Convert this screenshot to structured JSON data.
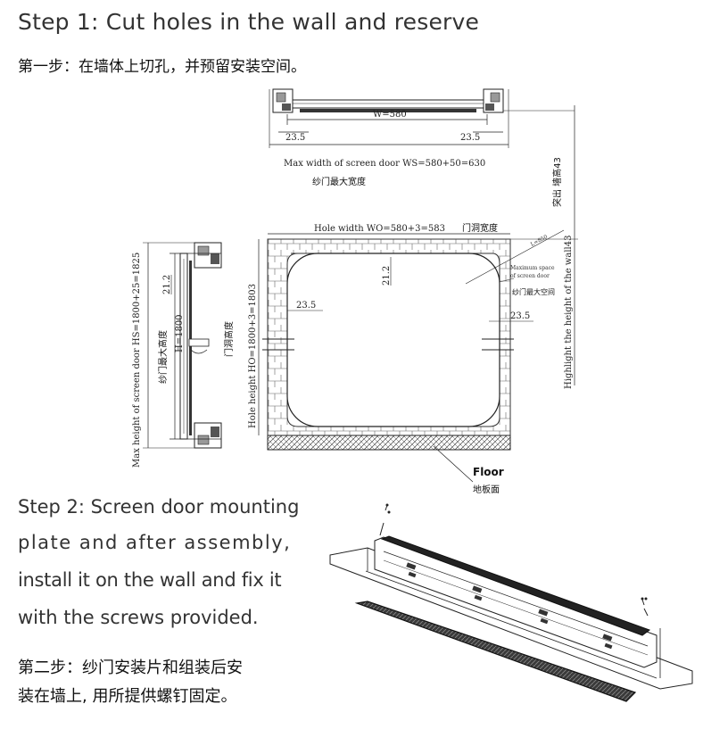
{
  "step1": {
    "title_en": "Step 1: Cut holes in the wall and reserve",
    "title_zh": "第一步：在墙体上切孔，并预留安装空间。"
  },
  "top_view": {
    "width_label": "W=580",
    "left_offset": "23.5",
    "right_offset": "23.5",
    "max_width_label": "Max width of screen door  WS=580+50=630",
    "max_width_zh": "纱门最大宽度"
  },
  "side_view": {
    "max_height_label": "Max height of screen door HS=1800+25=1825",
    "max_height_zh": "纱门最大高度",
    "h_label": "H=1800",
    "top_offset": "21.2"
  },
  "front_view": {
    "hole_width_label": "Hole width WO=580+3=583",
    "hole_width_zh": "门洞宽度",
    "hole_height_label": "Hole height HO=1800+3=1803",
    "hole_height_zh": "门洞高度",
    "top_offset": "21.2",
    "left_offset": "23.5",
    "right_offset": "23.5",
    "max_space_en_1": "Maximum space",
    "max_space_en_2": "of screen door",
    "max_space_zh": "纱门最大空间",
    "corner_label": "L=850",
    "wall_height_label": "Highlight the height of the wall43",
    "wall_height_zh": "突出 墙高43",
    "floor_en": "Floor",
    "floor_zh": "地板面"
  },
  "step2": {
    "lines_en": [
      "Step 2: Screen door mounting",
      "plate and after assembly,",
      "install it on the wall and fix it",
      "with the screws provided."
    ],
    "lines_zh": [
      "第二步：纱门安装片和组装后安",
      "装在墙上, 用所提供螺钉固定。"
    ]
  }
}
